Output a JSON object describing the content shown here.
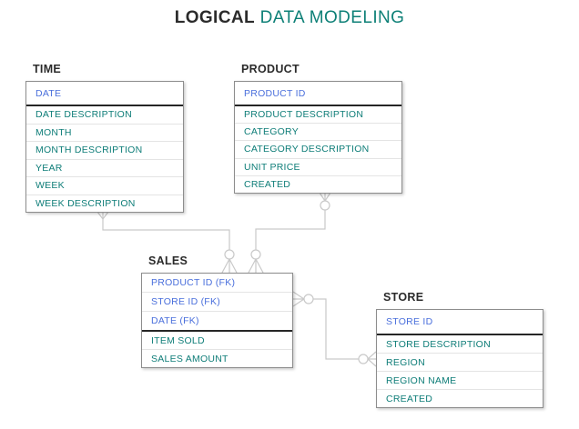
{
  "title": {
    "primary": "LOGICAL",
    "secondary": "DATA MODELING"
  },
  "colors": {
    "title_accent": "#0e8077",
    "primary_key_text": "#4a6fdc",
    "attribute_text": "#0e7d78",
    "entity_border": "#8d8d8d",
    "pk_separator": "#262626",
    "row_separator": "#e4e4e4",
    "connector_line": "#c9c9c9"
  },
  "tables": [
    {
      "name": "TIME",
      "pk": [
        "DATE"
      ],
      "attributes": [
        "DATE DESCRIPTION",
        "MONTH",
        "MONTH DESCRIPTION",
        "YEAR",
        "WEEK",
        "WEEK DESCRIPTION"
      ]
    },
    {
      "name": "PRODUCT",
      "pk": [
        "PRODUCT ID"
      ],
      "attributes": [
        "PRODUCT DESCRIPTION",
        "CATEGORY",
        "CATEGORY DESCRIPTION",
        "UNIT PRICE",
        "CREATED"
      ]
    },
    {
      "name": "SALES",
      "pk": [
        "PRODUCT ID (FK)",
        "STORE ID (FK)",
        "DATE (FK)"
      ],
      "attributes": [
        "ITEM SOLD",
        "SALES AMOUNT"
      ]
    },
    {
      "name": "STORE",
      "pk": [
        "STORE ID"
      ],
      "attributes": [
        "STORE DESCRIPTION",
        "REGION",
        "REGION NAME",
        "CREATED"
      ]
    }
  ],
  "relationships": [
    {
      "from": "TIME",
      "to": "SALES",
      "from_symbol": "many (crow's foot)",
      "to_symbol": "zero or many (circle + crow's foot)"
    },
    {
      "from": "PRODUCT",
      "to": "SALES",
      "from_symbol": "zero or many (crow's foot + circle)",
      "to_symbol": "zero or many (circle + crow's foot)"
    },
    {
      "from": "SALES",
      "to": "STORE",
      "from_symbol": "zero or many (crow's foot + circle)",
      "to_symbol": "zero or many (circle + crow's foot)"
    }
  ]
}
